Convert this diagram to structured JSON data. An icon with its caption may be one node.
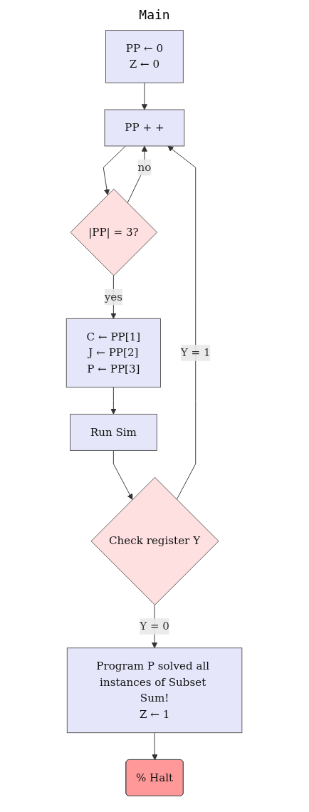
{
  "diagram": {
    "title": "Main",
    "nodes": [
      {
        "text": [
          "PP ← 0",
          "Z ← 0"
        ]
      },
      {
        "text": [
          "PP + +"
        ]
      },
      {
        "text": [
          "|PP| = 3?"
        ]
      },
      {
        "text": [
          "C ← PP[1]",
          "J ← PP[2]",
          "P ← PP[3]"
        ]
      },
      {
        "text": [
          "Run Sim"
        ]
      },
      {
        "text": [
          "Check register Y"
        ]
      },
      {
        "text": [
          "Program P solved all instances of Subset Sum!",
          "Z ← 1"
        ]
      },
      {
        "text": [
          "% Halt"
        ]
      }
    ],
    "edges": [
      {
        "from": 0,
        "to": 1,
        "arrow": "to"
      },
      {
        "from": 1,
        "to": 2,
        "arrow": "to"
      },
      {
        "from": 2,
        "to": 1,
        "arrow": "to",
        "label": "no"
      },
      {
        "from": 2,
        "to": 3,
        "arrow": "to",
        "label": "yes"
      },
      {
        "from": 3,
        "to": 4,
        "arrow": "to"
      },
      {
        "from": 4,
        "to": 5,
        "arrow": "to"
      },
      {
        "from": 5,
        "to": 1,
        "arrow": "to",
        "label": "Y = 1"
      },
      {
        "from": 5,
        "to": 6,
        "arrow": "to",
        "label": "Y = 0"
      },
      {
        "from": 6,
        "to": 7,
        "arrow": "to"
      }
    ]
  }
}
